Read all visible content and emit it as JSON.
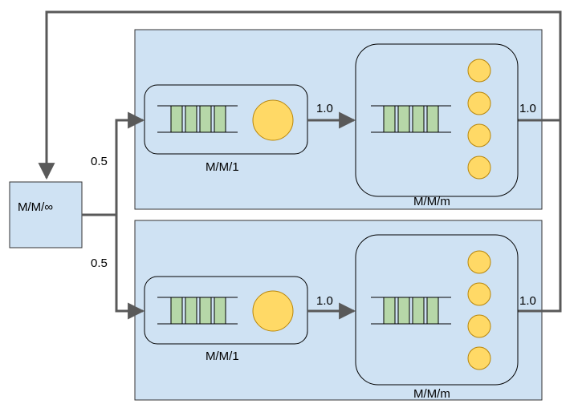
{
  "infinite_server": {
    "label": "M/M/∞"
  },
  "branches": [
    {
      "probability": "0.5",
      "single_queue": {
        "label": "M/M/1"
      },
      "transfer_probability": "1.0",
      "multi_queue": {
        "label": "M/M/m",
        "servers": 4
      },
      "return_probability": "1.0"
    },
    {
      "probability": "0.5",
      "single_queue": {
        "label": "M/M/1"
      },
      "transfer_probability": "1.0",
      "multi_queue": {
        "label": "M/M/m",
        "servers": 4
      },
      "return_probability": "1.0"
    }
  ],
  "colors": {
    "panel_fill": "#cfe2f3",
    "queue_cell": "#b6d7a8",
    "server": "#ffd966",
    "server_stroke": "#b8860b",
    "line": "#595959"
  }
}
